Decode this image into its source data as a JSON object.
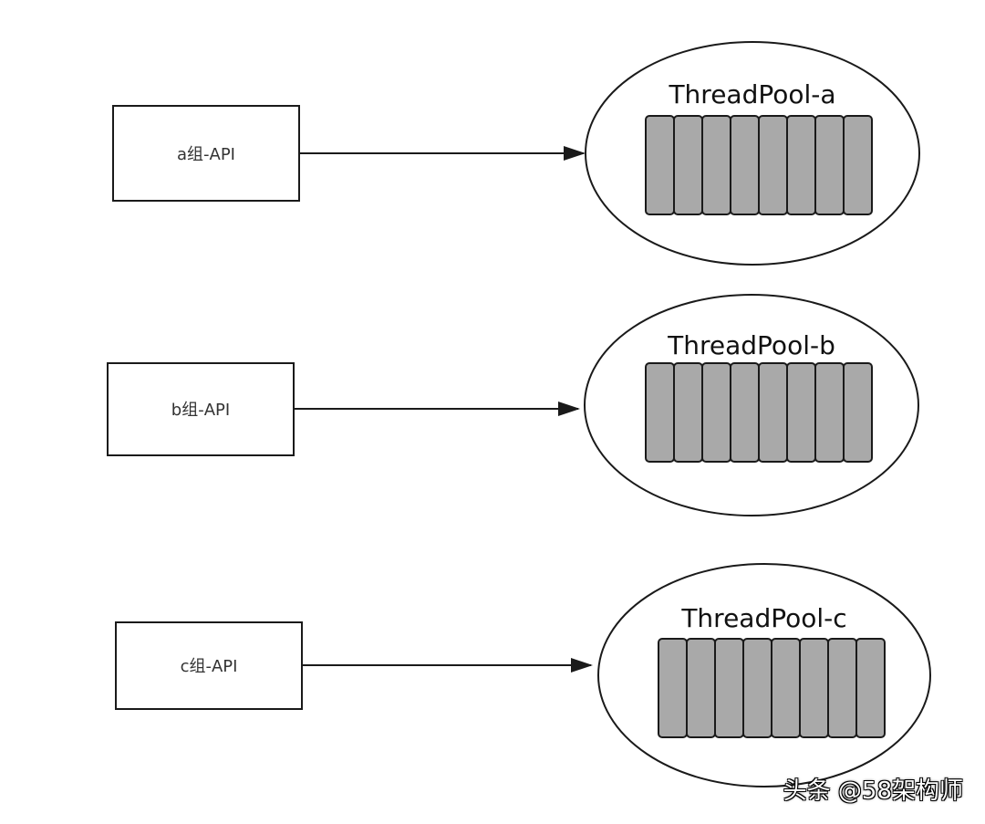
{
  "groups": [
    {
      "api_label": "a组-API",
      "pool_title": "ThreadPool-a",
      "thread_count": 8
    },
    {
      "api_label": "b组-API",
      "pool_title": "ThreadPool-b",
      "thread_count": 8
    },
    {
      "api_label": "c组-API",
      "pool_title": "ThreadPool-c",
      "thread_count": 8
    }
  ],
  "watermark": "头条 @58架构师",
  "colors": {
    "stroke": "#1a1a1a",
    "thread_fill": "#a9a9a9",
    "background": "#ffffff"
  }
}
